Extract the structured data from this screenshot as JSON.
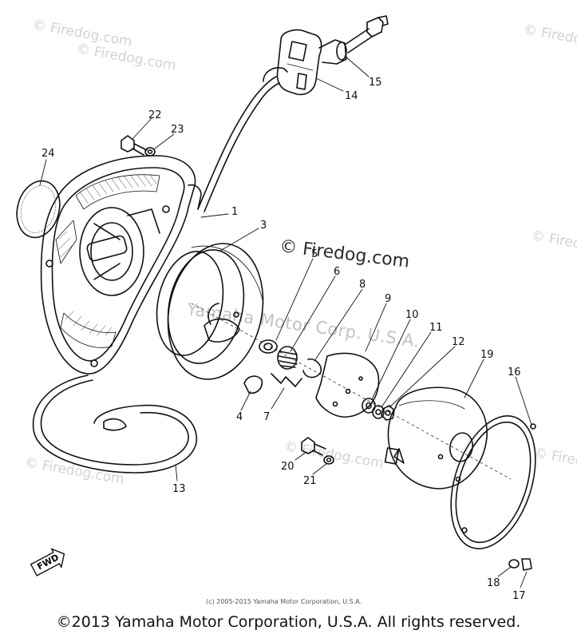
{
  "watermarks": {
    "text": "© Firedog.com",
    "center_overlay": "© Firedog.com",
    "faint_overlay": "Yamaha Motor Corp. U.S.A."
  },
  "callouts": [
    "1",
    "3",
    "4",
    "5",
    "6",
    "7",
    "8",
    "9",
    "10",
    "11",
    "12",
    "13",
    "14",
    "15",
    "16",
    "17",
    "18",
    "19",
    "20",
    "21",
    "22",
    "23",
    "24"
  ],
  "fwd_label": "FWD",
  "small_copyright": "(c) 2005-2015 Yamaha Motor Corporation, U.S.A.",
  "footer": "©2013 Yamaha Motor Corporation, U.S.A. All rights reserved."
}
